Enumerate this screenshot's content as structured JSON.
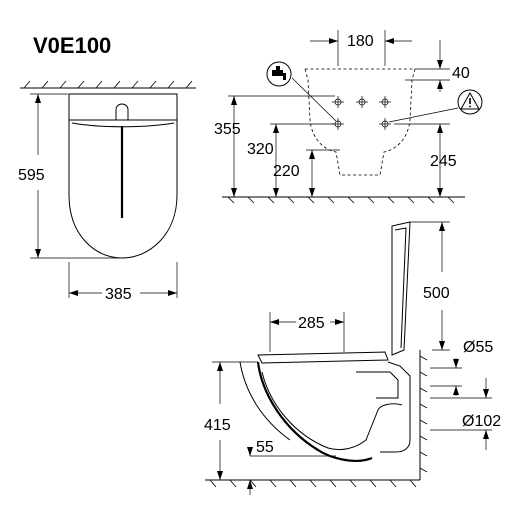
{
  "title": "V0E100",
  "top_view": {
    "depth": "595",
    "width": "385"
  },
  "rear_view": {
    "fixing_width": "180",
    "offset_top": "40",
    "height_upper": "355",
    "height_mid": "320",
    "height_lower": "220",
    "height_right": "245"
  },
  "side_view": {
    "seat_height": "500",
    "projection": "285",
    "diameter_inlet": "Ø55",
    "height_total": "415",
    "offset_bottom": "55",
    "diameter_outlet": "Ø102"
  },
  "icons": {
    "tap": "water-tap-icon",
    "warning": "warning-triangle-icon"
  }
}
